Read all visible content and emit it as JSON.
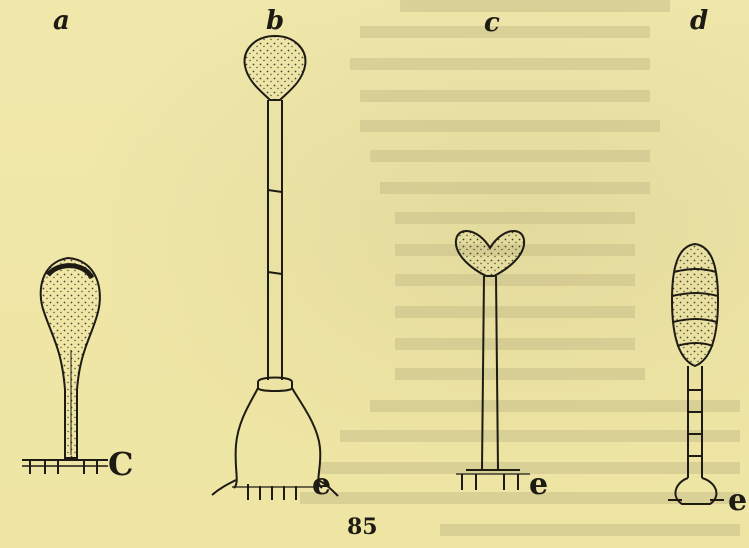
{
  "figure": {
    "panel_labels": [
      "a",
      "b",
      "c",
      "d"
    ],
    "base_marks": [
      "C",
      "e",
      "e",
      "e"
    ],
    "plate_number": "85"
  },
  "colors": {
    "paper": "#efe7a6",
    "ink": "#1e1b14",
    "stipple": "#8f8b69"
  }
}
